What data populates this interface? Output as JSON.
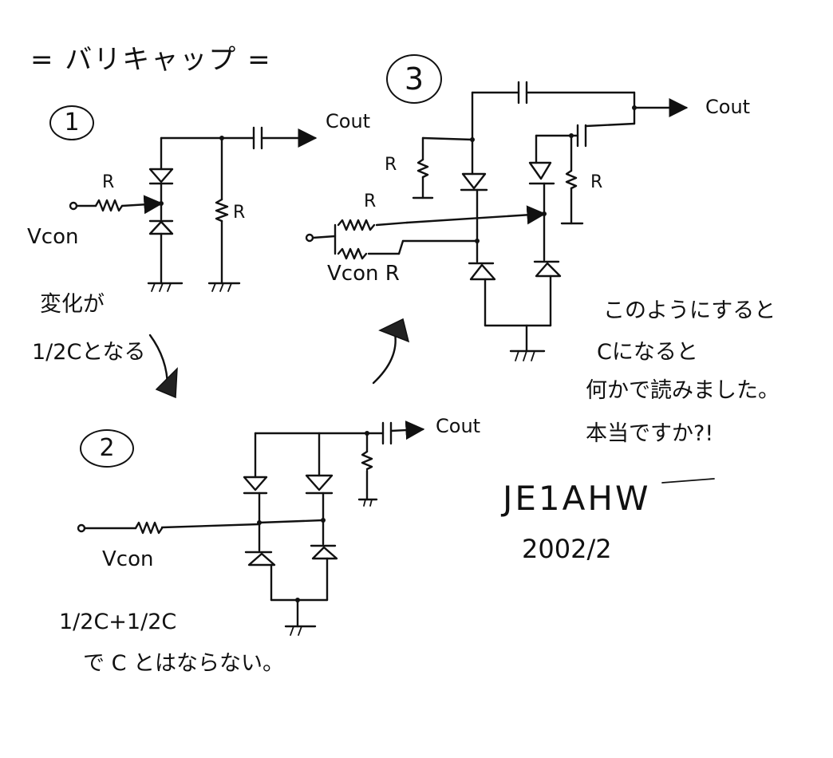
{
  "title": "= バリキャップ =",
  "labels": {
    "circuit_1": "1",
    "circuit_2": "2",
    "circuit_3": "3",
    "cout": "Cout",
    "r": "R",
    "vcon": "Vcon",
    "vcon_r": "Vcon R"
  },
  "notes": {
    "change_line1": "変化が",
    "change_line2": "1/2Cとなる",
    "result_line1": "1/2C+1/2C",
    "result_line2": "で C とはならない。",
    "this_line1": "このようにすると",
    "this_line2": "Cになると",
    "this_line3": "何かで読みました。",
    "this_line4": "本当ですか?!"
  },
  "signature": {
    "author": "JE1AHW",
    "date": "2002/2"
  }
}
